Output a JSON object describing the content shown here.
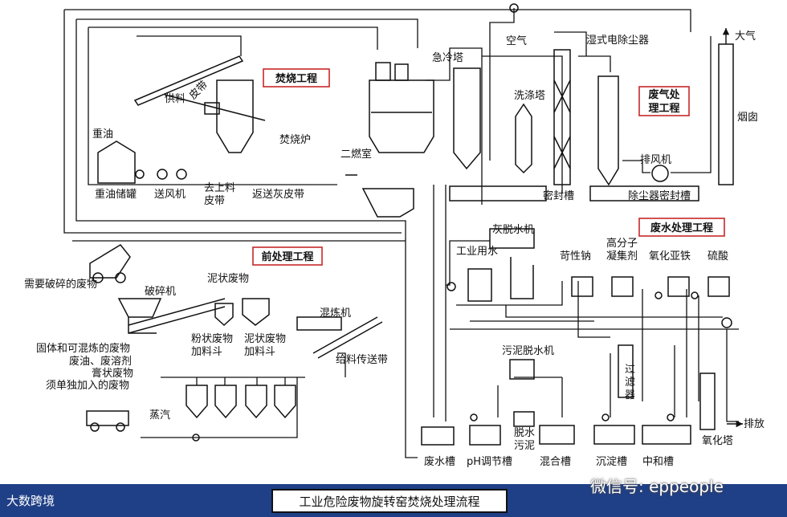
{
  "sections": {
    "incineration": "焚烧工程",
    "waste_gas_line1": "废气处",
    "waste_gas_line2": "理工程",
    "wastewater": "废水处理工程",
    "pretreatment": "前处理工程"
  },
  "labels": {
    "atmosphere": "大气",
    "air": "空气",
    "wet_esp": "湿式电除尘器",
    "quench_tower": "急冷塔",
    "chimney": "烟囱",
    "feeding": "供料",
    "belt": "皮带",
    "scrubber": "洗涤塔",
    "heavy_oil": "重油",
    "incinerator": "焚烧炉",
    "secondary_chamber": "二燃室",
    "exhaust_fan": "排风机",
    "heavy_oil_tank": "重油储罐",
    "blower": "送风机",
    "to_feed_belt_1": "去上料",
    "to_feed_belt_2": "皮带",
    "ash_return_belt": "返送灰皮带",
    "seal_tank": "密封槽",
    "dust_seal_tank": "除尘器密封槽",
    "ash_dewatering": "灰脱水机",
    "industrial_water": "工业用水",
    "caustic_soda": "苛性钠",
    "polymer_1": "高分子",
    "polymer_2": "凝集剂",
    "ferrous_oxide": "氧化亚铁",
    "sulfuric_acid": "硫酸",
    "waste_to_crush": "需要破碎的废物",
    "crusher": "破碎机",
    "sludge_waste": "泥状废物",
    "mixer": "混炼机",
    "powder_hopper_1": "粉状废物",
    "powder_hopper_2": "加料斗",
    "sludge_hopper_1": "泥状废物",
    "sludge_hopper_2": "加料斗",
    "feed_belt": "给料传送带",
    "solid_waste": "固体和可混炼的废物",
    "oil_solvent": "废油、废溶剂",
    "paste_waste": "膏状废物",
    "separate_waste": "须单独加入的废物",
    "steam": "蒸汽",
    "sludge_dewatering": "污泥脱水机",
    "filter_1": "过",
    "filter_2": "滤",
    "filter_3": "器",
    "discharge": "排放",
    "dewatered_1": "脱水",
    "dewatered_2": "污泥",
    "wastewater_tank": "废水槽",
    "ph_tank": "pH调节槽",
    "mixing_tank": "混合槽",
    "settling_tank": "沉淀槽",
    "neutral_tank": "中和槽",
    "oxidation_tower": "氧化塔"
  },
  "footer": {
    "title": "工业危险废物旋转窑焚烧处理流程",
    "logo": "大数跨境",
    "watermark": "微信号: eppeople"
  },
  "colors": {
    "section_border": "#c62828",
    "bar": "#1f3f86"
  }
}
